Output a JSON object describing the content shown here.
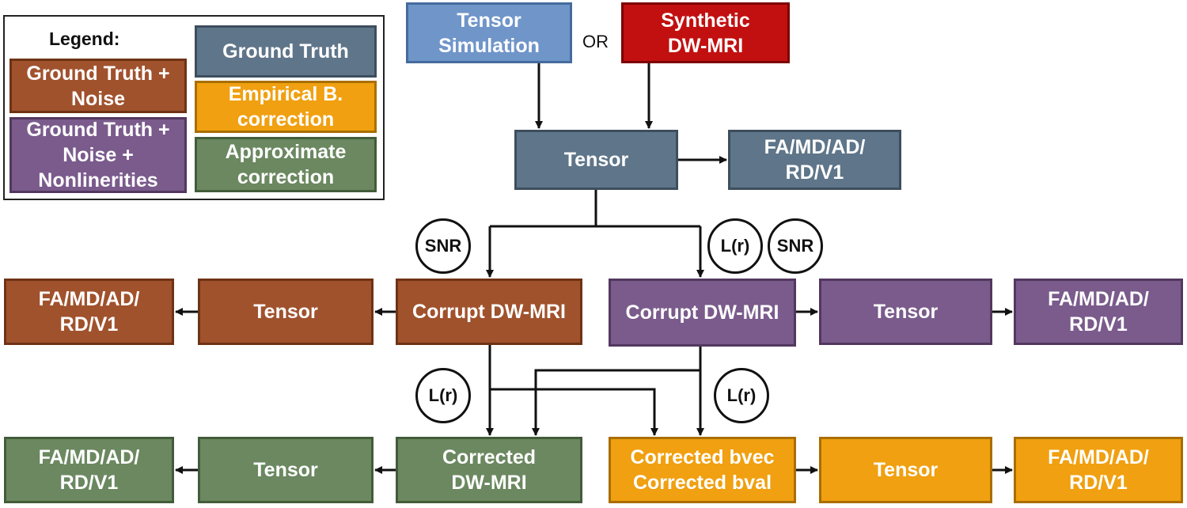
{
  "legend": {
    "title": "Legend:",
    "ground_truth": "Ground Truth",
    "gt_noise": [
      "Ground Truth +",
      "Noise"
    ],
    "gt_noise_nonlin": [
      "Ground Truth +",
      "Noise +",
      "Nonlinerities"
    ],
    "empirical": [
      "Empirical B.",
      "correction"
    ],
    "approximate": [
      "Approximate",
      "correction"
    ]
  },
  "top": {
    "tensor_simulation": [
      "Tensor",
      "Simulation"
    ],
    "or": "OR",
    "synthetic": [
      "Synthetic",
      "DW-MRI"
    ],
    "tensor": "Tensor",
    "metrics": [
      "FA/MD/AD/",
      "RD/V1"
    ]
  },
  "circles": {
    "snr_left": "SNR",
    "lr_right": "L(r)",
    "snr_right": "SNR",
    "lr_left_bottom": "L(r)",
    "lr_right_bottom": "L(r)"
  },
  "middle": {
    "left_metrics": [
      "FA/MD/AD/",
      "RD/V1"
    ],
    "left_tensor": "Tensor",
    "left_corrupt": "Corrupt DW-MRI",
    "right_corrupt": "Corrupt DW-MRI",
    "right_tensor": "Tensor",
    "right_metrics": [
      "FA/MD/AD/",
      "RD/V1"
    ]
  },
  "bottom": {
    "left_metrics": [
      "FA/MD/AD/",
      "RD/V1"
    ],
    "left_tensor": "Tensor",
    "corrected_dwmri": [
      "Corrected",
      "DW-MRI"
    ],
    "corrected_bvec": [
      "Corrected bvec",
      "Corrected bval"
    ],
    "right_tensor": "Tensor",
    "right_metrics": [
      "FA/MD/AD/",
      "RD/V1"
    ]
  },
  "colors": {
    "ground_truth": "#5f7589",
    "noise": "#a0522d",
    "nonlinearities": "#7a5b8c",
    "empirical": "#f0a010",
    "approximate": "#6b8860",
    "tensor_simulation": "#6f95c9",
    "synthetic": "#c21010"
  }
}
